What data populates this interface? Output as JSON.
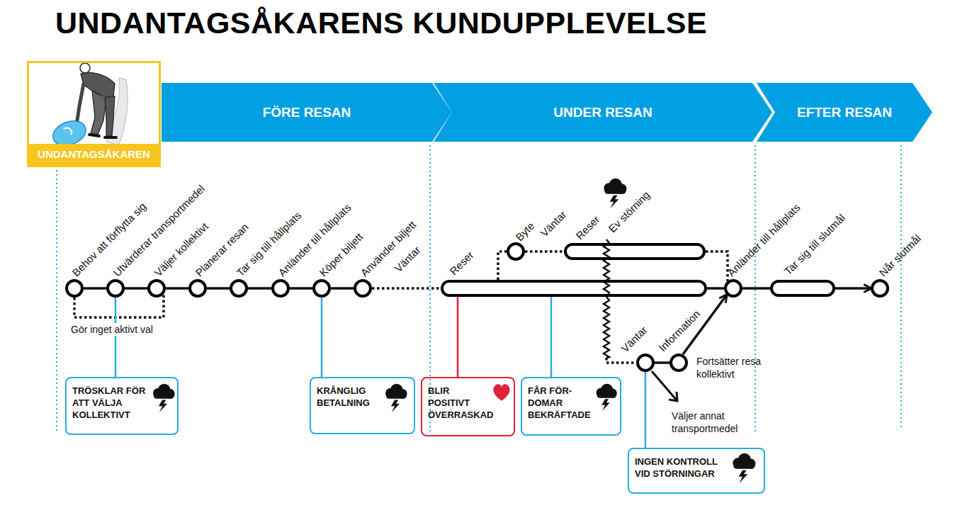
{
  "diagram": {
    "title": "UNDANTAGSÅKARENS KUNDUPPLEVELSE",
    "nodes": [
      {
        "text": [
          "UNDANTAGSÅKAREN"
        ]
      },
      {
        "text": [
          "FÖRE RESAN"
        ]
      },
      {
        "text": [
          "UNDER RESAN"
        ]
      },
      {
        "text": [
          "EFTER RESAN"
        ]
      },
      {
        "text": [
          "Behov att förflytta sig"
        ]
      },
      {
        "text": [
          "Utvärderar transportmedel"
        ]
      },
      {
        "text": [
          "Väljer kollektivt"
        ]
      },
      {
        "text": [
          "Planerar resan"
        ]
      },
      {
        "text": [
          "Tar sig till hållplats"
        ]
      },
      {
        "text": [
          "Anländer till hållplats"
        ]
      },
      {
        "text": [
          "Köper biljett"
        ]
      },
      {
        "text": [
          "Använder biljett"
        ]
      },
      {
        "text": [
          "Reser"
        ]
      },
      {
        "text": [
          "Byte"
        ]
      },
      {
        "text": [
          "Reser"
        ]
      },
      {
        "text": [
          "Anländer till hållplats"
        ]
      },
      {
        "text": [
          "Tar sig till slutmål"
        ]
      },
      {
        "text": [
          "Når slutmål"
        ]
      },
      {
        "text": [
          "Väntar"
        ]
      },
      {
        "text": [
          "Information"
        ]
      },
      {
        "text": [
          "TRÖSKLAR FÖR ATT VÄLJA KOLLEKTIVT"
        ]
      },
      {
        "text": [
          "KRÅNGLIG BETALNING"
        ]
      },
      {
        "text": [
          "BLIR POSITIVT ÖVERRASKAD"
        ]
      },
      {
        "text": [
          "FÅR FÖR- DOMAR BEKRÄFTADE"
        ]
      },
      {
        "text": [
          "INGEN KONTROLL VID STÖRNINGAR"
        ]
      }
    ],
    "edges": [
      {
        "from": 4,
        "to": 5,
        "arrow": "none"
      },
      {
        "from": 5,
        "to": 6,
        "arrow": "none"
      },
      {
        "from": 6,
        "to": 7,
        "arrow": "none"
      },
      {
        "from": 7,
        "to": 8,
        "arrow": "none"
      },
      {
        "from": 8,
        "to": 9,
        "arrow": "none"
      },
      {
        "from": 9,
        "to": 10,
        "arrow": "none"
      },
      {
        "from": 10,
        "to": 11,
        "arrow": "none"
      },
      {
        "from": 4,
        "to": 6,
        "label": "Gör inget aktivt val",
        "arrow": "none"
      },
      {
        "from": 11,
        "to": 12,
        "label": "Väntar",
        "arrow": "none"
      },
      {
        "from": 12,
        "to": 13,
        "arrow": "none"
      },
      {
        "from": 13,
        "to": 14,
        "label": "Väntar",
        "arrow": "none"
      },
      {
        "from": 14,
        "to": 15,
        "arrow": "none"
      },
      {
        "from": 12,
        "to": 15,
        "arrow": "none"
      },
      {
        "from": 15,
        "to": 16,
        "arrow": "none"
      },
      {
        "from": 16,
        "to": 17,
        "arrow": "to"
      },
      {
        "from": 12,
        "to": 18,
        "arrow": "none"
      },
      {
        "from": 18,
        "to": 19,
        "arrow": "none"
      },
      {
        "from": 19,
        "to": 15,
        "arrow": "to"
      },
      {
        "from": 5,
        "to": 20,
        "arrow": "none"
      },
      {
        "from": 10,
        "to": 21,
        "arrow": "none"
      },
      {
        "from": 12,
        "to": 22,
        "arrow": "none"
      },
      {
        "from": 12,
        "to": 23,
        "arrow": "none"
      },
      {
        "from": 18,
        "to": 24,
        "arrow": "none"
      }
    ],
    "labels": [
      "Ev störning",
      "Fortsätter resa kollektivt",
      "Väljer annat transportmedel"
    ]
  }
}
